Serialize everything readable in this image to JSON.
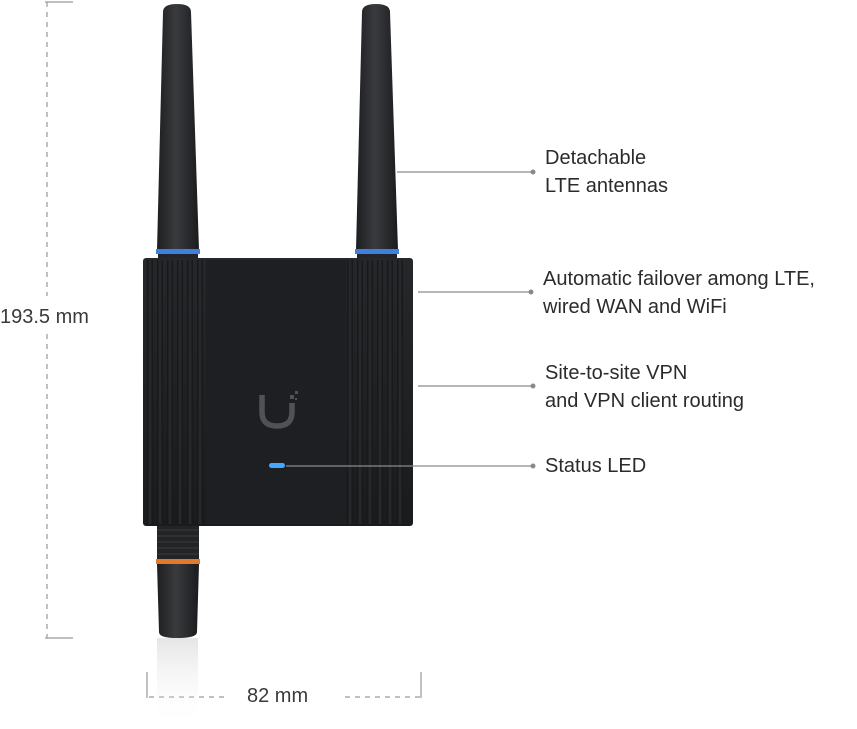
{
  "callouts": {
    "antennas": [
      "Detachable",
      "LTE antennas"
    ],
    "failover": [
      "Automatic failover among LTE,",
      "wired WAN and WiFi"
    ],
    "vpn": [
      "Site-to-site VPN",
      "and VPN client routing"
    ],
    "led": [
      "Status LED"
    ]
  },
  "dimensions": {
    "height": "193.5 mm",
    "width": "82 mm"
  },
  "colors": {
    "device_body": "#1c1d1f",
    "antenna": "#2b2c2e",
    "blue_ring": "#3f7fe0",
    "orange_ring": "#e07a2e",
    "led": "#45a8ff",
    "callout_line": "#8a8a8a"
  },
  "icons": {
    "logo": "ubiquiti-u-logo-icon"
  }
}
